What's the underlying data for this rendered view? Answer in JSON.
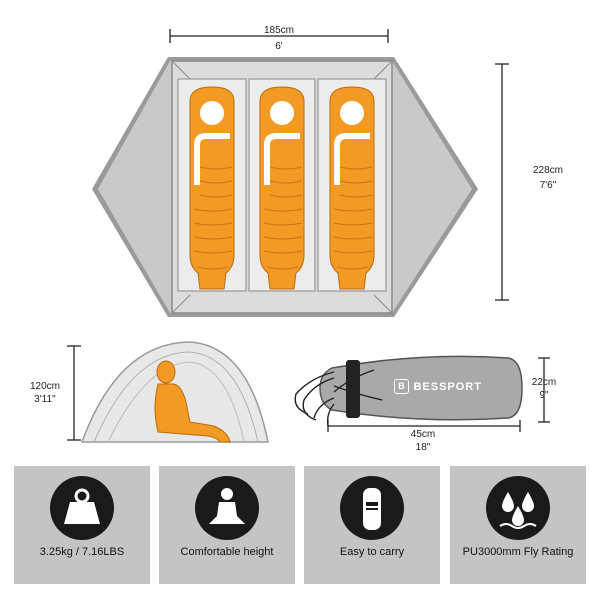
{
  "top_view": {
    "width_cm": "185cm",
    "width_ft": "6'",
    "length_cm": "228cm",
    "length_ft": "7'6\""
  },
  "side_view": {
    "height_cm": "120cm",
    "height_ft": "3'11''"
  },
  "carry_bag": {
    "brand": "BESSPORT",
    "length_cm": "45cm",
    "length_in": "18\"",
    "diameter_cm": "22cm",
    "diameter_in": "9\""
  },
  "features": [
    {
      "icon": "weight-icon",
      "label": "3.25kg / 7.16LBS"
    },
    {
      "icon": "person-sitting-icon",
      "label": "Comfortable height"
    },
    {
      "icon": "carry-bag-icon",
      "label": "Easy to carry"
    },
    {
      "icon": "water-drops-icon",
      "label": "PU3000mm Fly Rating"
    }
  ],
  "colors": {
    "accent_orange": "#f39a24",
    "tent_gray": "#c8c8c8",
    "floor_gray": "#e6e6e6",
    "panel_gray": "#c4c4c4",
    "icon_dark": "#1a1a1a"
  }
}
